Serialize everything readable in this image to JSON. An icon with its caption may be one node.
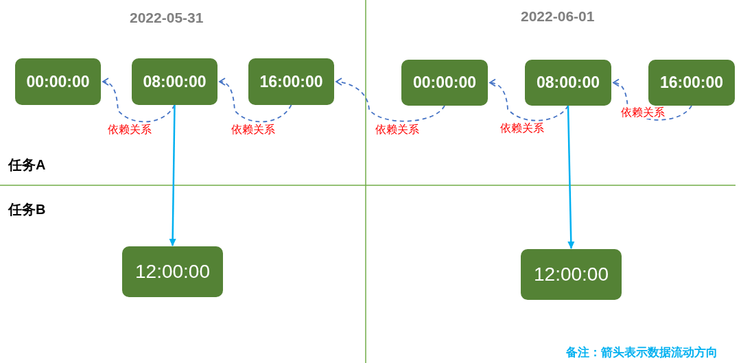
{
  "diagram": {
    "nodes": [
      {
        "text": [
          "00:00:00"
        ]
      },
      {
        "text": [
          "08:00:00"
        ]
      },
      {
        "text": [
          "16:00:00"
        ]
      },
      {
        "text": [
          "00:00:00"
        ]
      },
      {
        "text": [
          "08:00:00"
        ]
      },
      {
        "text": [
          "16:00:00"
        ]
      },
      {
        "text": [
          "12:00:00"
        ]
      },
      {
        "text": [
          "12:00:00"
        ]
      }
    ],
    "edges": [
      {
        "from": 1,
        "to": 0,
        "arrow": "to",
        "label": "依赖关系",
        "style": "dashed",
        "color": "#4472c4"
      },
      {
        "from": 2,
        "to": 1,
        "arrow": "to",
        "label": "依赖关系",
        "style": "dashed",
        "color": "#4472c4"
      },
      {
        "from": 3,
        "to": 2,
        "arrow": "to",
        "label": "依赖关系",
        "style": "dashed",
        "color": "#4472c4"
      },
      {
        "from": 4,
        "to": 3,
        "arrow": "to",
        "label": "依赖关系",
        "style": "dashed",
        "color": "#4472c4"
      },
      {
        "from": 5,
        "to": 4,
        "arrow": "to",
        "label": "依赖关系",
        "style": "dashed",
        "color": "#4472c4"
      },
      {
        "from": 1,
        "to": 6,
        "arrow": "to",
        "color": "#00b0f0"
      },
      {
        "from": 4,
        "to": 7,
        "arrow": "to",
        "color": "#00b0f0"
      }
    ],
    "labels": [
      "2022-05-31",
      "2022-06-01",
      "任务A",
      "任务B",
      "备注：箭头表示数据流动方向"
    ]
  }
}
